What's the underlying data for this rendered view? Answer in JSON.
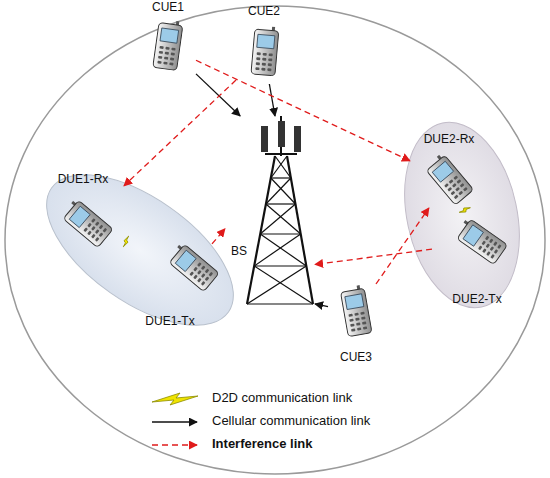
{
  "diagram": {
    "nodes": [
      {
        "text": [
          "CUE1"
        ]
      },
      {
        "text": [
          "CUE2"
        ]
      },
      {
        "text": [
          "DUE2-Rx"
        ]
      },
      {
        "text": [
          "DUE1-Rx"
        ]
      },
      {
        "text": [
          "BS"
        ]
      },
      {
        "text": [
          "DUE1-Tx"
        ]
      },
      {
        "text": [
          "DUE2-Tx"
        ]
      },
      {
        "text": [
          "CUE3"
        ]
      }
    ],
    "edges": [
      {
        "from": 0,
        "to": 4,
        "arrow": "to"
      },
      {
        "from": 1,
        "to": 4,
        "arrow": "to"
      },
      {
        "from": 7,
        "to": 4,
        "arrow": "to"
      },
      {
        "from": 5,
        "to": 3,
        "arrow": "none"
      },
      {
        "from": 6,
        "to": 2,
        "arrow": "none"
      },
      {
        "from": 0,
        "to": 2,
        "arrow": "to"
      },
      {
        "from": 1,
        "to": 3,
        "arrow": "to"
      },
      {
        "from": 5,
        "to": 4,
        "arrow": "to"
      },
      {
        "from": 6,
        "to": 4,
        "arrow": "to"
      },
      {
        "from": 7,
        "to": 2,
        "arrow": "to"
      }
    ],
    "legend": [
      {
        "text": "D2D communication link"
      },
      {
        "text": "Cellular communication link"
      },
      {
        "text": "Interference link"
      }
    ]
  }
}
